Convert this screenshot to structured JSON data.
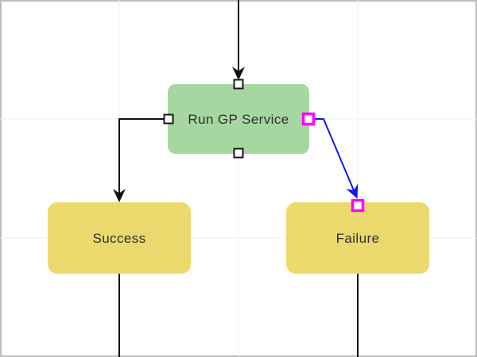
{
  "diagram": {
    "nodes": [
      {
        "id": "run-gp-service",
        "label": "Run GP Service",
        "type": "process"
      },
      {
        "id": "success",
        "label": "Success",
        "type": "outcome"
      },
      {
        "id": "failure",
        "label": "Failure",
        "type": "outcome"
      }
    ],
    "connectors": [
      {
        "id": "incoming-top",
        "from": "offscreen-top",
        "to": "run-gp-service",
        "state": "default"
      },
      {
        "id": "gp-to-success",
        "from": "run-gp-service",
        "to": "success",
        "state": "default"
      },
      {
        "id": "gp-to-failure",
        "from": "run-gp-service",
        "to": "failure",
        "state": "selected"
      },
      {
        "id": "success-outgoing",
        "from": "success",
        "to": "offscreen-bottom",
        "state": "default"
      },
      {
        "id": "failure-outgoing",
        "from": "failure",
        "to": "offscreen-bottom",
        "state": "default"
      }
    ]
  },
  "colors": {
    "node_process_fill": "#a7d7a1",
    "node_outcome_fill": "#ecd96e",
    "connector_default": "#111111",
    "connector_selected": "#1414ee",
    "handle_fill": "#ffffff",
    "handle_border_default": "#1a1a1a",
    "handle_border_selected": "#ff00ff",
    "grid_line": "#f1f1f1",
    "canvas_border": "#bdbdbd",
    "background": "#ffffff",
    "label_text": "#2f2f2f"
  }
}
